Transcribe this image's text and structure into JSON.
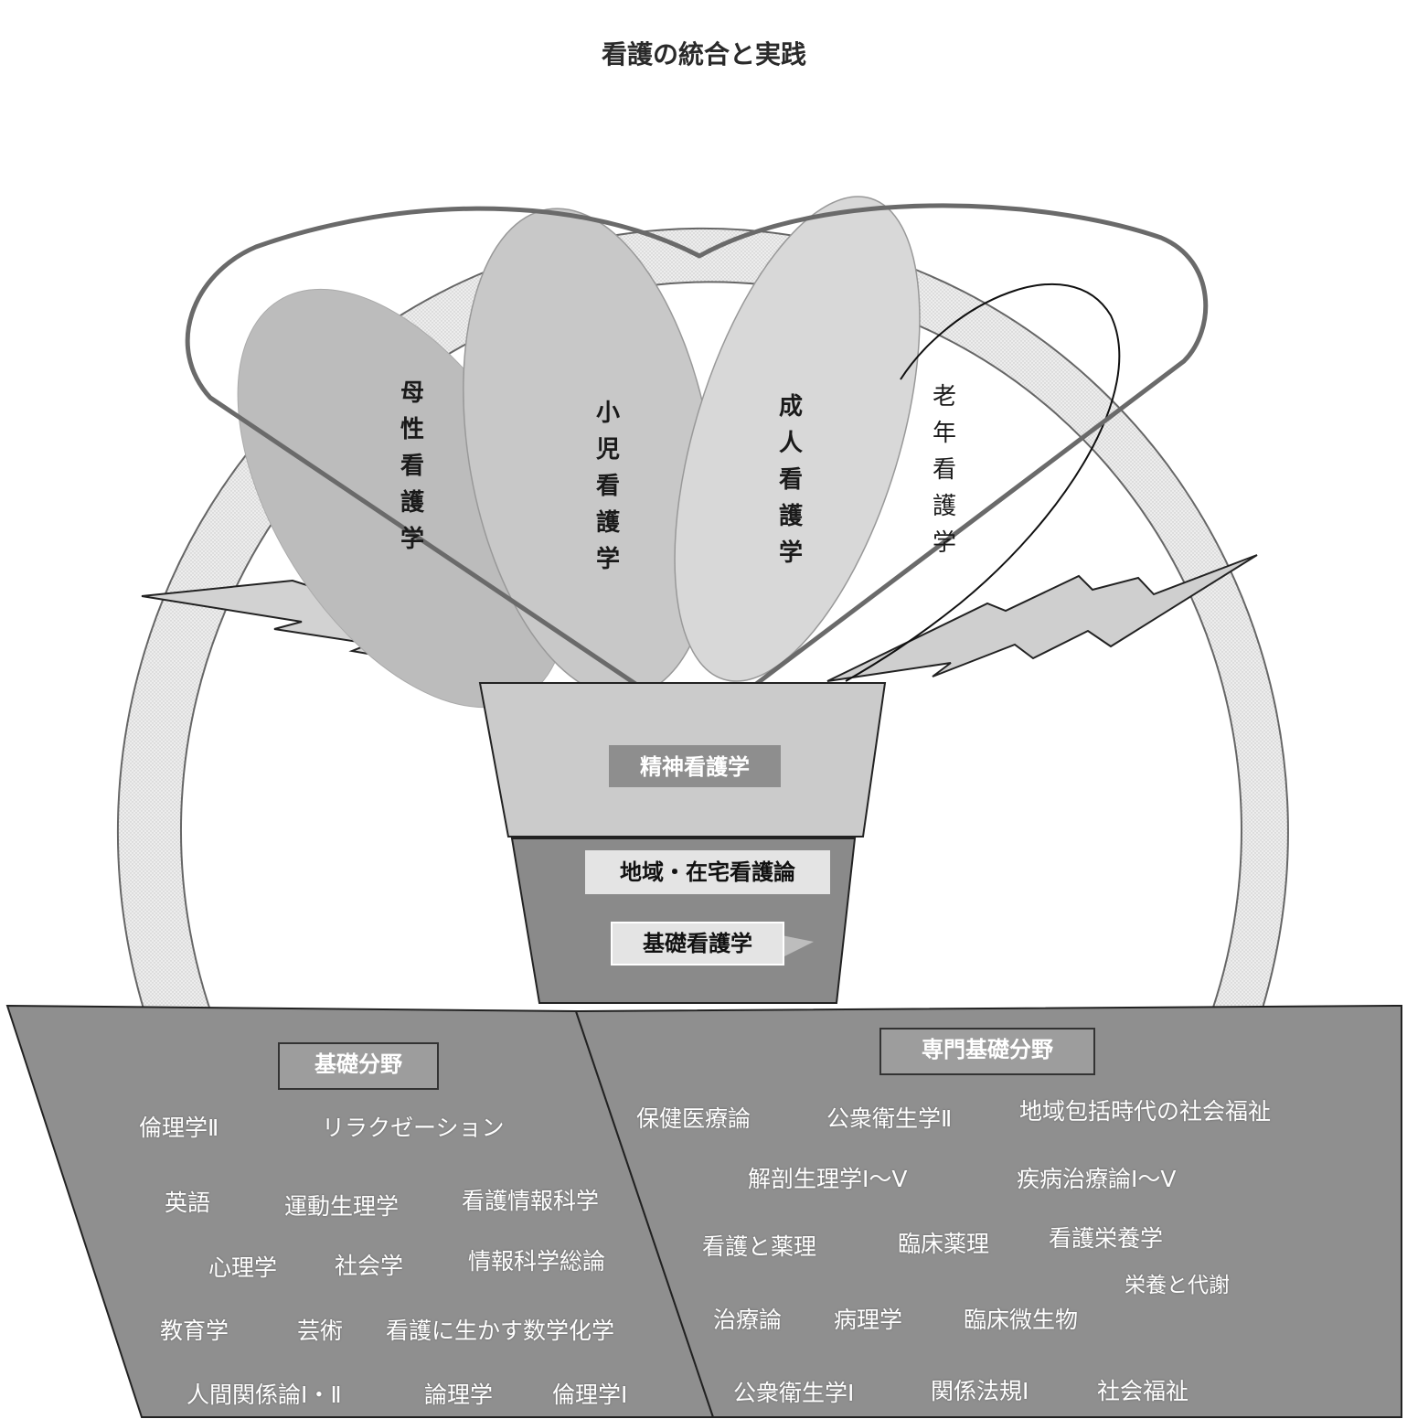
{
  "diagram": {
    "arch_label": "看護の統合と実践",
    "petals": [
      {
        "label": "母性看護学",
        "chars": [
          "母",
          "性",
          "看",
          "護",
          "学"
        ]
      },
      {
        "label": "小児看護学",
        "chars": [
          "小",
          "児",
          "看",
          "護",
          "学"
        ]
      },
      {
        "label": "成人看護学",
        "chars": [
          "成",
          "人",
          "看",
          "護",
          "学"
        ]
      },
      {
        "label": "老年看護学",
        "chars": [
          "老",
          "年",
          "看",
          "護",
          "学"
        ]
      }
    ],
    "pot": {
      "upper_label": "精神看護学",
      "lower_labels": [
        "地域・在宅看護論",
        "基礎看護学"
      ]
    },
    "base": {
      "left_title": "基礎分野",
      "right_title": "専門基礎分野",
      "left_subjects": [
        "倫理学Ⅱ",
        "リラクゼーション",
        "英語",
        "運動生理学",
        "看護情報科学",
        "心理学",
        "社会学",
        "情報科学総論",
        "教育学",
        "芸術",
        "看護に生かす数学化学",
        "人間関係論Ⅰ・Ⅱ",
        "論理学",
        "倫理学Ⅰ"
      ],
      "right_subjects": [
        "保健医療論",
        "公衆衛生学Ⅱ",
        "地域包括時代の社会福祉",
        "解剖生理学Ⅰ～Ⅴ",
        "疾病治療論Ⅰ～Ⅴ",
        "看護と薬理",
        "臨床薬理",
        "看護栄養学",
        "栄養と代謝",
        "治療論",
        "病理学",
        "臨床微生物",
        "公衆衛生学Ⅰ",
        "関係法規Ⅰ",
        "社会福祉"
      ]
    }
  }
}
